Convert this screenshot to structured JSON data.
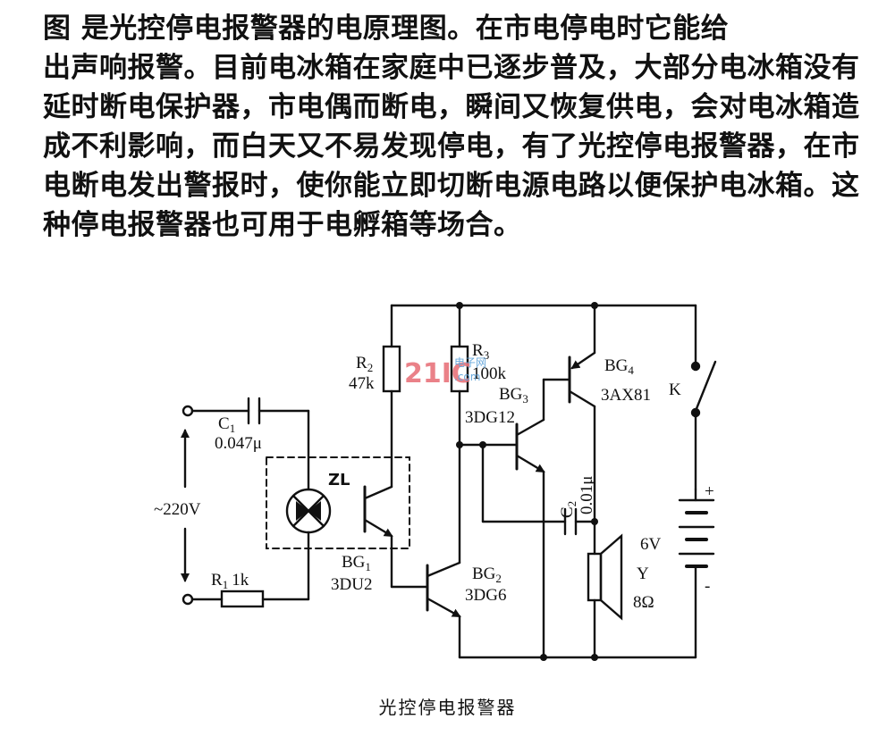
{
  "paragraph": {
    "lines": [
      "图      是光控停电报警器的电原理图。在市电停电时它能给",
      "出声响报警。目前电冰箱在家庭中已逐步普及，大部分电冰箱没有",
      "延时断电保护器，市电偶而断电，瞬间又恢复供电，会对电冰箱造",
      "成不利影响，而白天又不易发现停电，有了光控停电报警器，在市",
      "电断电发出警报时，使你能立即切断电源电路以便保护电冰箱。这",
      "种停电报警器也可用于电孵箱等场合。"
    ]
  },
  "circuit": {
    "labels": {
      "c1_name": "C",
      "c1_sub": "1",
      "c1_value": "0.047μ",
      "ac_voltage": "~220V",
      "r1_name": "R",
      "r1_sub": "1",
      "r1_value": "1k",
      "r2_name": "R",
      "r2_sub": "2",
      "r2_value": "47k",
      "r3_name": "R",
      "r3_sub": "3",
      "r3_value": "100k",
      "zl": "ZL",
      "bg1_name": "BG",
      "bg1_sub": "1",
      "bg1_model": "3DU2",
      "bg2_name": "BG",
      "bg2_sub": "2",
      "bg2_model": "3DG6",
      "bg3_name": "BG",
      "bg3_sub": "3",
      "bg3_model": "3DG12",
      "bg4_name": "BG",
      "bg4_sub": "4",
      "bg4_model": "3AX81",
      "c2_name": "C",
      "c2_sub": "2",
      "c2_value": "0.01μ",
      "switch": "K",
      "battery_voltage": "6V",
      "battery_plus": "+",
      "battery_minus": "-",
      "speaker_name": "Y",
      "speaker_value": "8Ω"
    },
    "watermark": {
      "logo": "21IC",
      "site": "电子网",
      "domain": ".com"
    }
  },
  "caption": "光控停电报警器"
}
